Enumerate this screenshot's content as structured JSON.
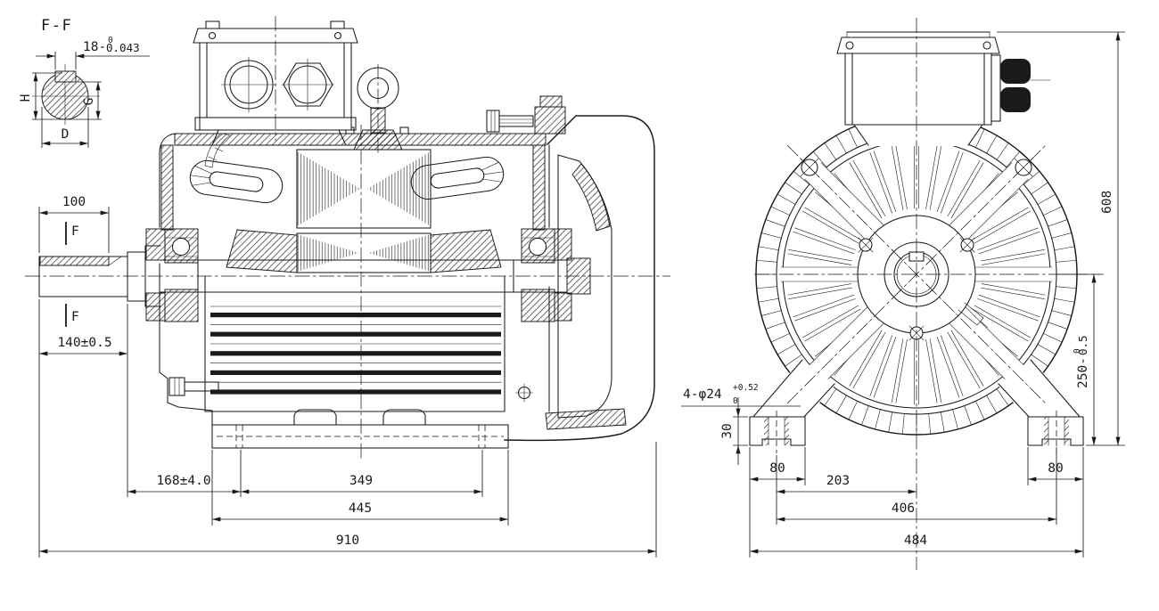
{
  "colors": {
    "ink": "#1a1a1a",
    "paper": "#ffffff"
  },
  "detail_view": {
    "label": "F-F",
    "dim_key_width": {
      "main": "18-",
      "sup": "0",
      "value": "0.043"
    },
    "dim_h": "H",
    "dim_g": "G",
    "dim_d": "D"
  },
  "side_view": {
    "dim_keyway_length": "100",
    "section_mark_upper": "F",
    "section_mark_lower": "F",
    "dim_shaft_length": "140±0.5",
    "dim_shoulder_to_hole": "168±4.0",
    "dim_foot_hole_spacing": "349",
    "dim_base_length": "445",
    "dim_overall_length": "910"
  },
  "front_view": {
    "dim_overall_height": "608",
    "dim_shaft_center_height": {
      "main": "250-",
      "sup": "0",
      "value": "0.5"
    },
    "dim_foot_holes": {
      "main": "4-φ24",
      "sup": "+0.52",
      "sub": "0"
    },
    "dim_foot_pad_height": "30",
    "dim_foot_width_left": "80",
    "dim_foot_width_right": "80",
    "dim_center_to_hole": "203",
    "dim_hole_spacing": "406",
    "dim_overall_width": "484"
  }
}
